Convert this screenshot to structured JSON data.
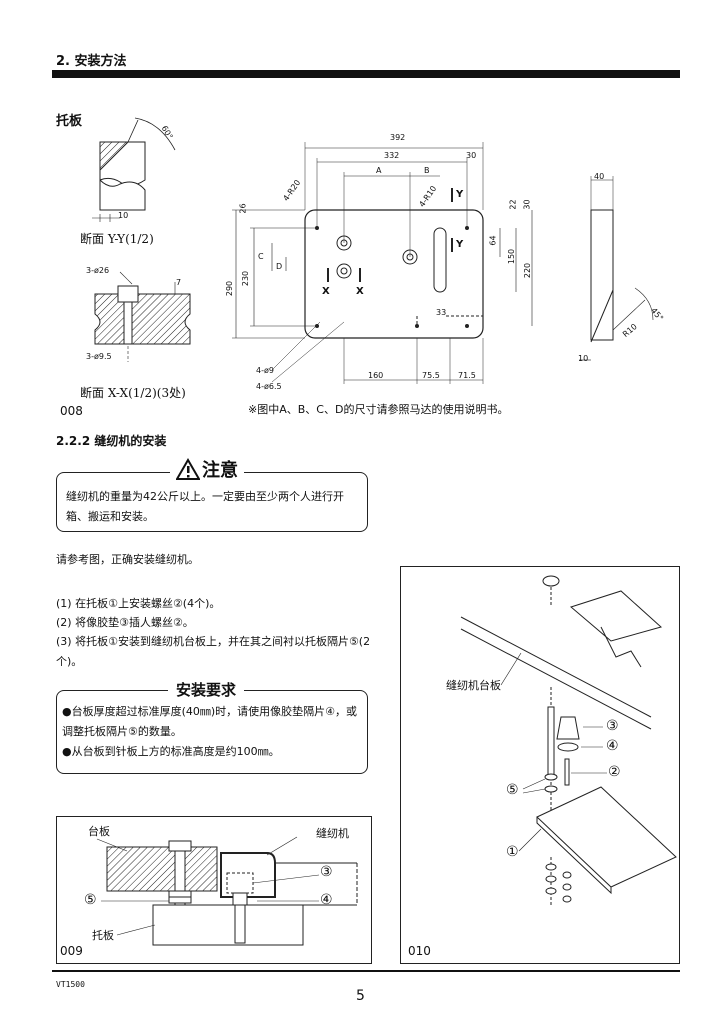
{
  "header": {
    "section_title": "2. 安装方法"
  },
  "plate": {
    "title": "托板",
    "section_yy": "断面 Y-Y(1/2)",
    "section_xx": "断面 X-X(1/2)(3处)",
    "fig_number": "008",
    "note": "※图中A、B、C、D的尺寸请参照马达的使用说明书。",
    "angle_label": "60°",
    "dims": {
      "d10": "10",
      "d26h": "3-ø26",
      "d7": "7",
      "d95": "3-ø9.5",
      "d392": "392",
      "d332": "332",
      "d30a": "30",
      "dA": "A",
      "dB": "B",
      "r20": "4-R20",
      "r10": "4-R10",
      "d22": "22",
      "d30b": "30",
      "d64": "64",
      "d150": "150",
      "d220": "220",
      "d290": "290",
      "d230": "230",
      "d26": "26",
      "dC": "C",
      "dD": "D",
      "d33": "33",
      "d9": "4-ø9",
      "d65": "4-ø6.5",
      "d160": "160",
      "d755": "75.5",
      "d715": "71.5",
      "d40": "40",
      "d10b": "10",
      "rR10": "R10",
      "a45": "45°",
      "X": "X",
      "Y": "Y"
    }
  },
  "install": {
    "subtitle": "2.2.2 缝纫机的安装",
    "warning_title": "注意",
    "warning_text": "缝纫机的重量为42公斤以上。一定要由至少两个人进行开箱、搬运和安装。",
    "intro": "请参考图，正确安装缝纫机。",
    "steps": [
      "(1) 在托板①上安装螺丝②(4个)。",
      "(2) 将像胶垫③插人螺丝②。",
      "(3) 将托板①安装到缝纫机台板上，并在其之间衬以托板隔片⑤(2个)。"
    ],
    "req_title": "安装要求",
    "requirements": [
      "●台板厚度超过标准厚度(40㎜)时，请使用像胶垫隔片④，或调整托板隔片⑤的数量。",
      "●从台板到针板上方的标准高度是约100㎜。"
    ]
  },
  "fig009": {
    "number": "009",
    "label_table": "台板",
    "label_machine": "缝纫机",
    "label_plate": "托板",
    "n3": "③",
    "n4": "④",
    "n5": "⑤"
  },
  "fig010": {
    "number": "010",
    "label_table": "缝纫机台板",
    "n1": "①",
    "n2": "②",
    "n3": "③",
    "n4": "④",
    "n5": "⑤"
  },
  "footer": {
    "model": "VT1500",
    "page": "5"
  }
}
